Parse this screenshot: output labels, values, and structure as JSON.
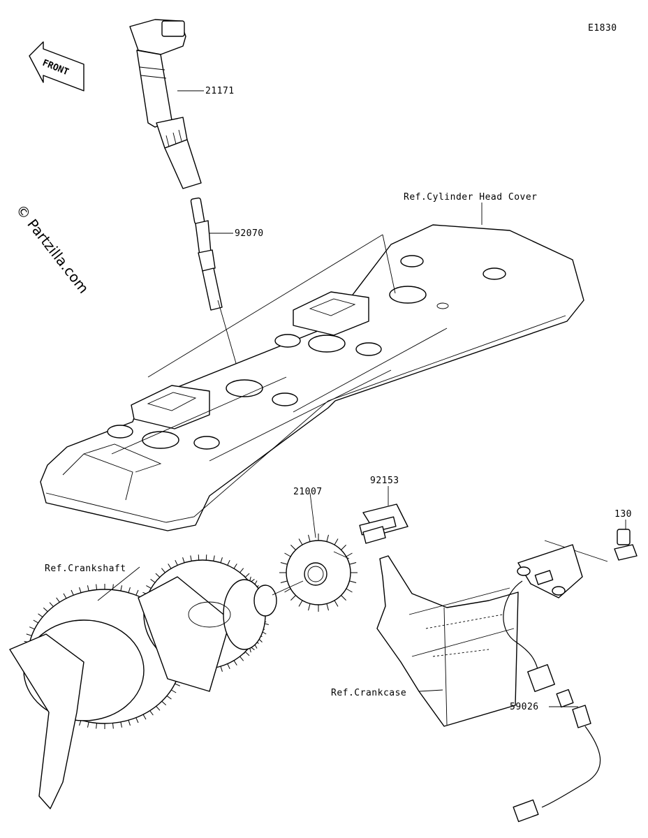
{
  "diagram_code": "E1830",
  "watermark": "© Partzilla.com",
  "direction_arrow": "FRONT",
  "parts": [
    {
      "number": "21171"
    },
    {
      "number": "92070"
    },
    {
      "number": "21007"
    },
    {
      "number": "92153"
    },
    {
      "number": "130"
    },
    {
      "number": "59026"
    }
  ],
  "references": {
    "cylinder_head_cover": "Ref.Cylinder Head Cover",
    "crankshaft": "Ref.Crankshaft",
    "crankcase": "Ref.Crankcase"
  }
}
